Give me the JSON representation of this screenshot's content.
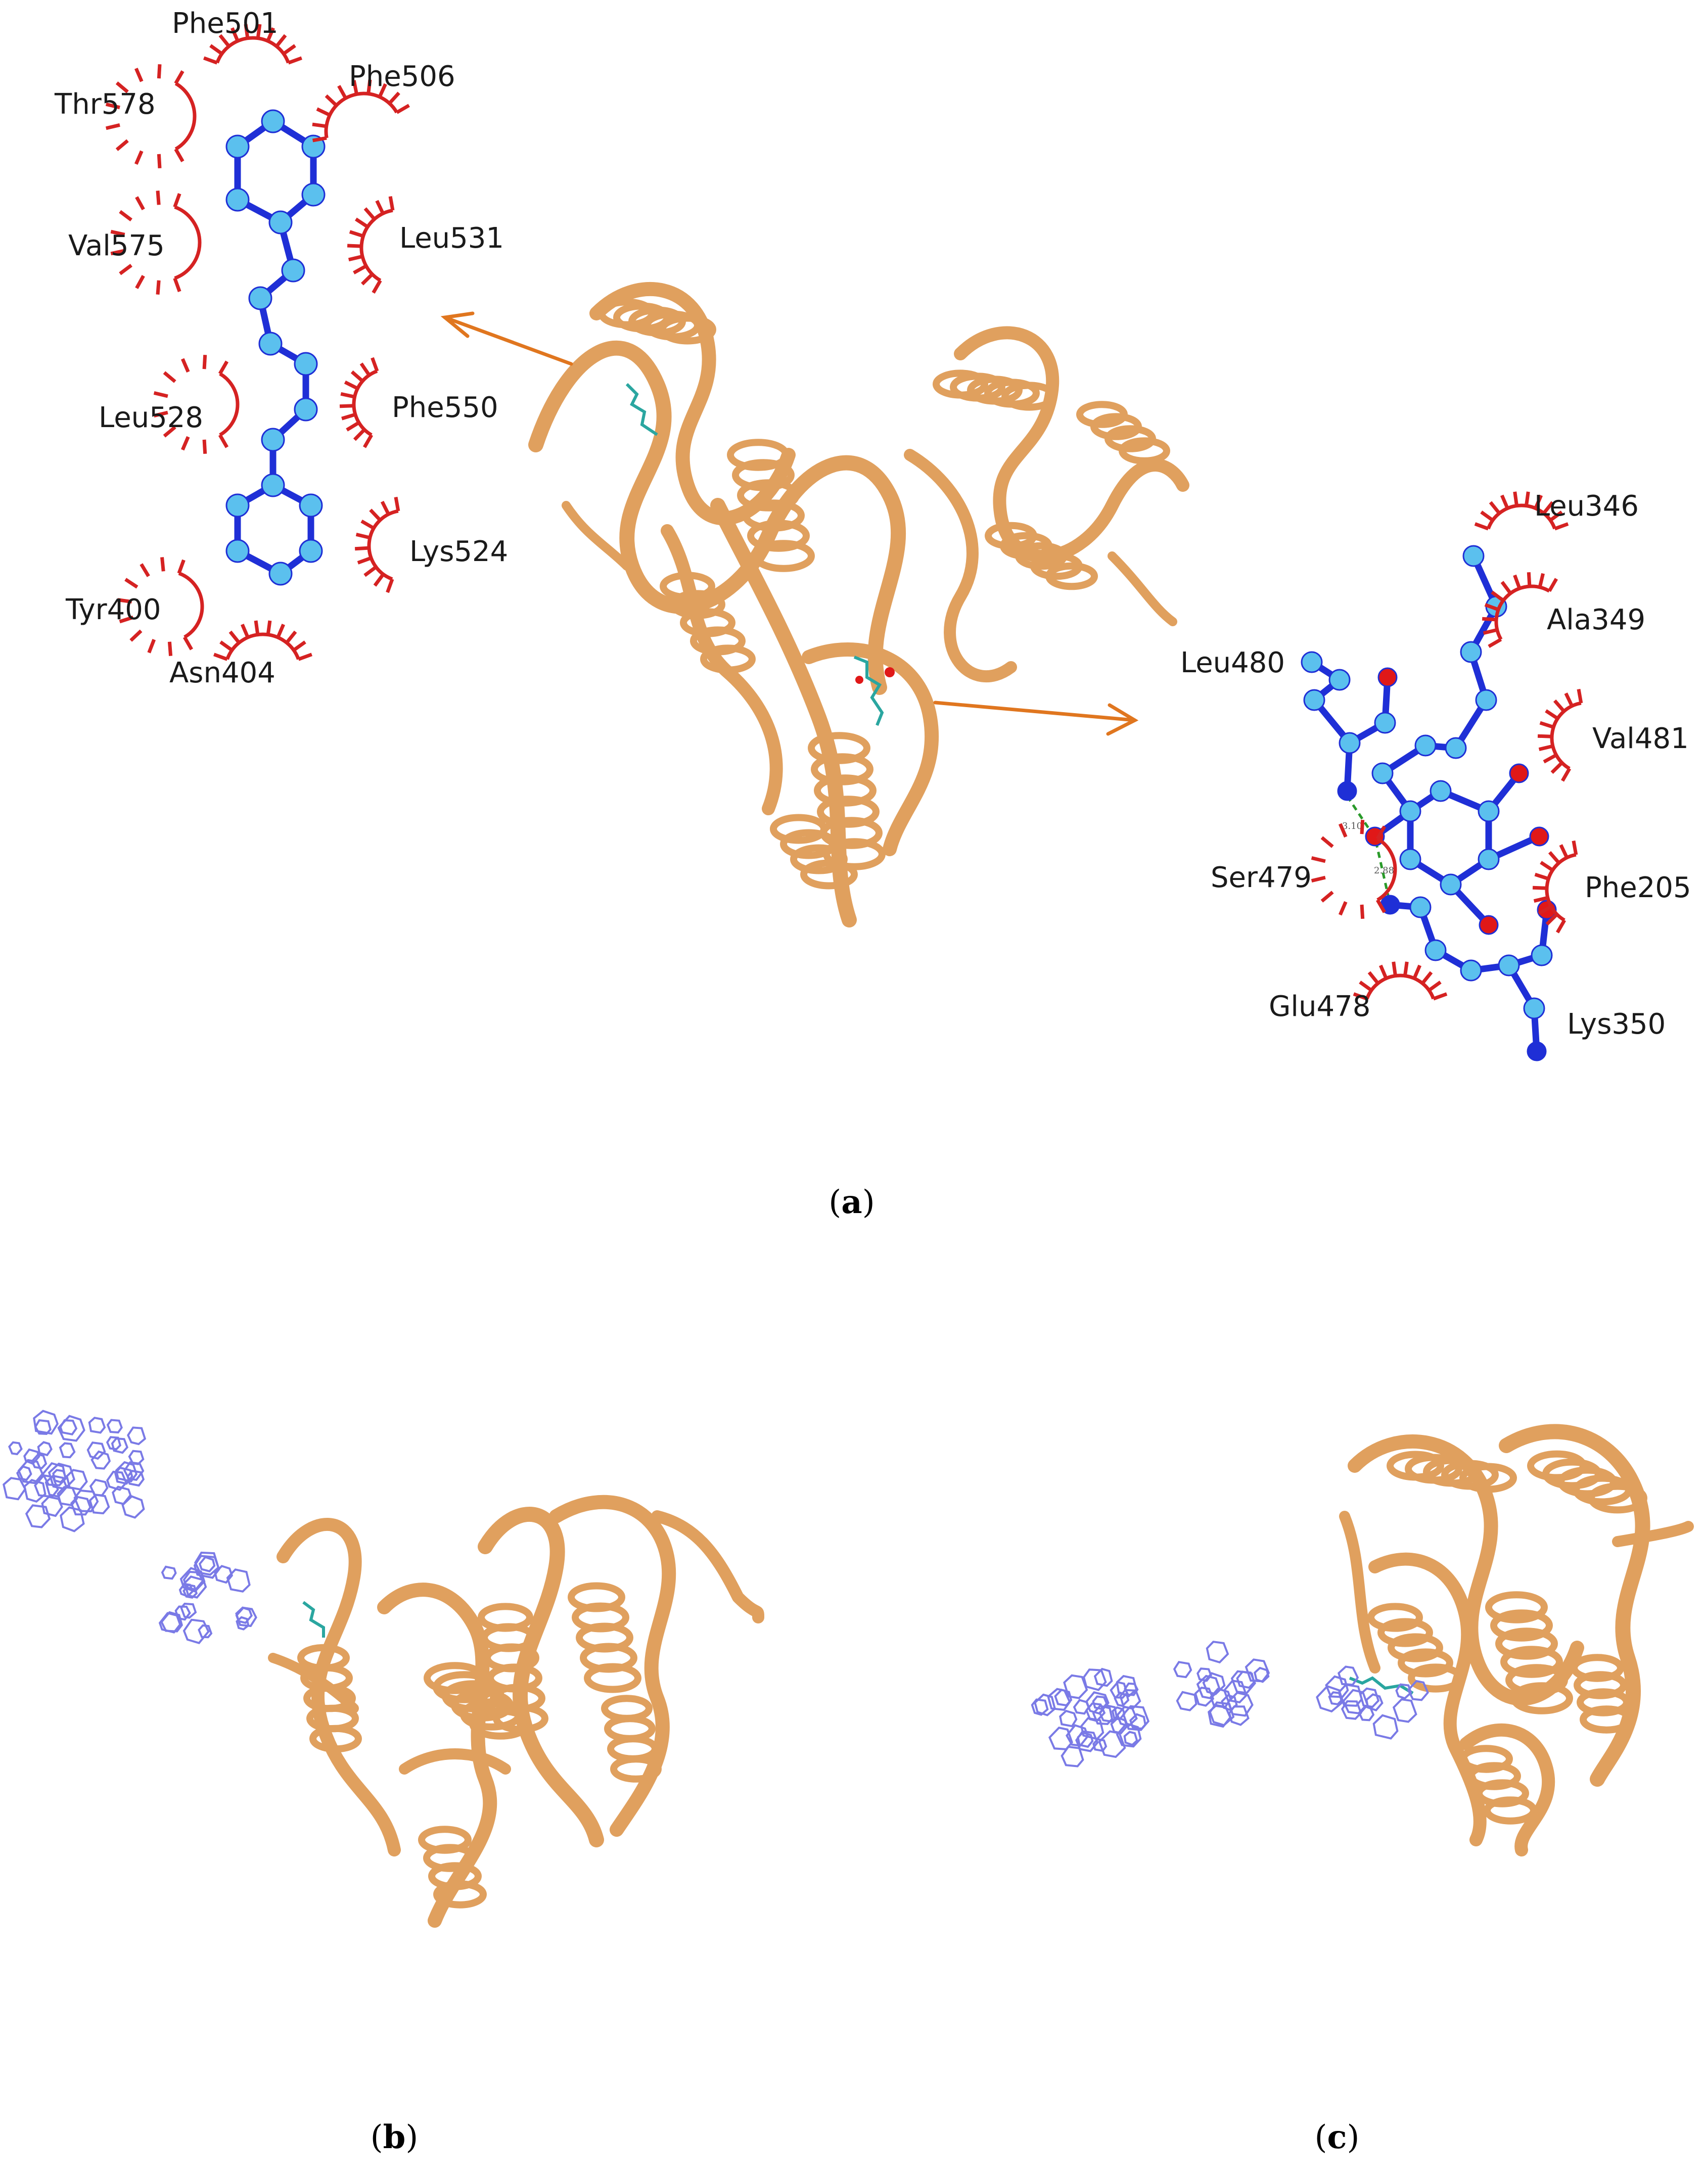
{
  "panels": {
    "a": {
      "open": "(",
      "letter": "a",
      "close": ")"
    },
    "b": {
      "open": "(",
      "letter": "b",
      "close": ")"
    },
    "c": {
      "open": "(",
      "letter": "c",
      "close": ")"
    }
  },
  "ligand1_residues": [
    "Phe501",
    "Phe506",
    "Thr578",
    "Leu531",
    "Val575",
    "Leu528",
    "Phe550",
    "Lys524",
    "Tyr400",
    "Asn404"
  ],
  "ligand2_residues": [
    "Leu346",
    "Ala349",
    "Leu480",
    "Val481",
    "Ser479",
    "Phe205",
    "Glu478",
    "Lys350"
  ],
  "hbond_distances": [
    "3.10",
    "2.88"
  ],
  "colors": {
    "protein": "#e0a05e",
    "bond": "#1f2fd6",
    "carbon": "#5bc0ee",
    "oxygen": "#e01818",
    "nitrogen": "#1f2fd6",
    "hydrophobic_arc": "#d52222",
    "arrow": "#e0761f",
    "hbond": "#2a9a2a",
    "mesh": "#7a7ae6"
  }
}
